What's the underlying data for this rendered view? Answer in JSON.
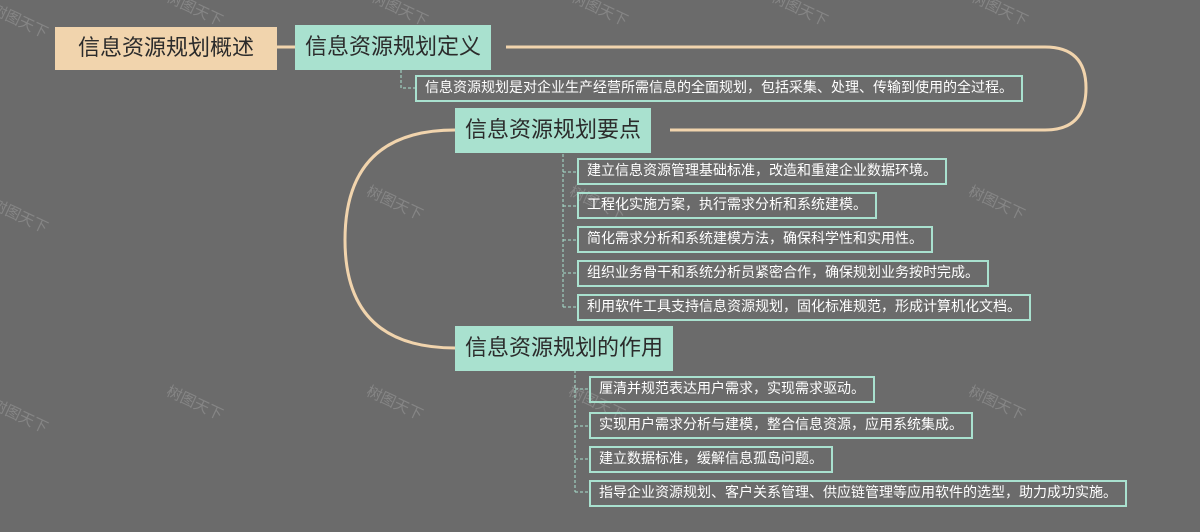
{
  "root": {
    "label": "信息资源规划概述"
  },
  "branches": [
    {
      "label": "信息资源规划定义",
      "items": [
        "信息资源规划是对企业生产经营所需信息的全面规划，包括采集、处理、传输到使用的全过程。"
      ]
    },
    {
      "label": "信息资源规划要点",
      "items": [
        "建立信息资源管理基础标准，改造和重建企业数据环境。",
        "工程化实施方案，执行需求分析和系统建模。",
        "简化需求分析和系统建模方法，确保科学性和实用性。",
        "组织业务骨干和系统分析员紧密合作，确保规划业务按时完成。",
        "利用软件工具支持信息资源规划，固化标准规范，形成计算机化文档。"
      ]
    },
    {
      "label": "信息资源规划的作用",
      "items": [
        "厘清并规范表达用户需求，实现需求驱动。",
        "实现用户需求分析与建模，整合信息资源，应用系统集成。",
        "建立数据标准，缓解信息孤岛问题。",
        "指导企业资源规划、客户关系管理、供应链管理等应用软件的选型，助力成功实施。"
      ]
    }
  ],
  "watermark": "树图天下",
  "colors": {
    "background": "#6b6b6b",
    "root_fill": "#f1d4ad",
    "branch_fill": "#a9e1cf",
    "leaf_border": "#a9e1cf",
    "connector": "#f1d4ad",
    "leaf_text": "#ffffff"
  }
}
